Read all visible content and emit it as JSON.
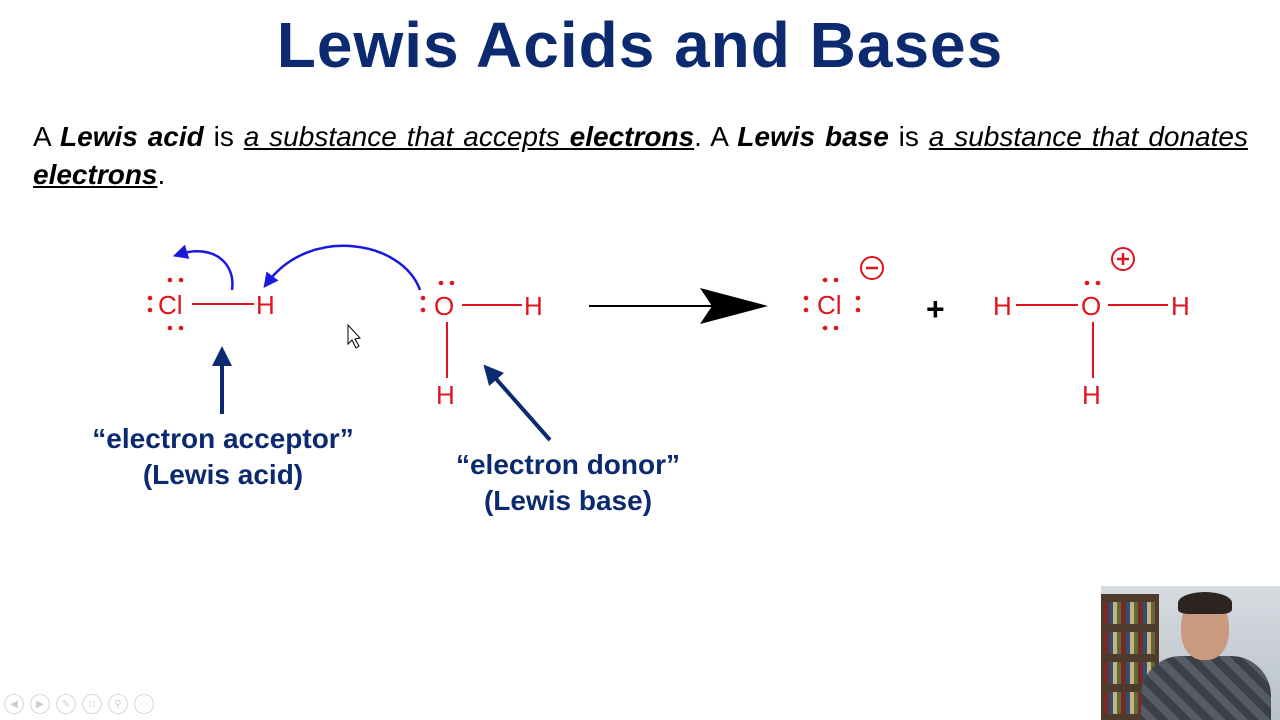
{
  "slide": {
    "title": "Lewis Acids and Bases",
    "definition": {
      "p1": "A ",
      "term1": "Lewis acid",
      "p2": " is ",
      "phrase1a": "a substance that accepts ",
      "phrase1b": "electrons",
      "p3": ". A ",
      "term2": "Lewis base",
      "p4": " is ",
      "phrase2a": "a substance that donates ",
      "phrase2b": "electrons",
      "p5": "."
    }
  },
  "reaction": {
    "reactant1": {
      "atom1": "Cl",
      "atom2": "H"
    },
    "reactant2": {
      "center": "O",
      "right": "H",
      "bottom": "H"
    },
    "product1": {
      "atom": "Cl",
      "charge": "−"
    },
    "plus": "+",
    "product2": {
      "left": "H",
      "center": "O",
      "right": "H",
      "bottom": "H",
      "charge": "+"
    }
  },
  "labels": {
    "acceptor_line1": "“electron acceptor”",
    "acceptor_line2": "(Lewis acid)",
    "donor_line1": "“electron donor”",
    "donor_line2": "(Lewis base)"
  },
  "colors": {
    "title": "#0b2a6f",
    "atoms": "#e0141e",
    "curved_arrows": "#1a1adf",
    "label_arrows": "#0b2a6f",
    "reaction_arrow": "#000000"
  },
  "icons": {
    "cursor": "mouse-pointer-icon",
    "controls": [
      "prev-icon",
      "next-icon",
      "pen-icon",
      "slides-icon",
      "zoom-icon",
      "more-icon"
    ]
  }
}
